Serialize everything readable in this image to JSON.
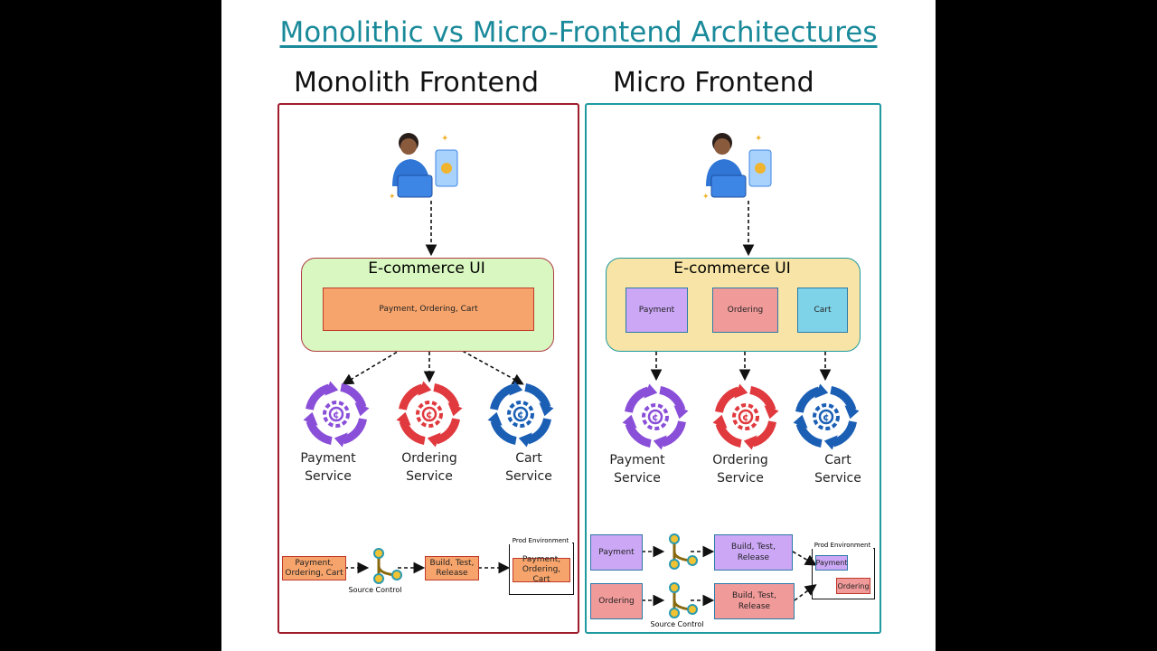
{
  "title": "Monolithic vs Micro-Frontend Architectures",
  "monolith": {
    "heading": "Monolith Frontend",
    "ui_title": "E-commerce UI",
    "bundle_label": "Payment, Ordering, Cart",
    "services": [
      {
        "line1": "Payment",
        "line2": "Service",
        "color": "#8a4fd8"
      },
      {
        "line1": "Ordering",
        "line2": "Service",
        "color": "#e0393e"
      },
      {
        "line1": "Cart",
        "line2": "Service",
        "color": "#1b5fb5"
      }
    ],
    "pipeline": {
      "source_box": "Payment,\nOrdering, Cart",
      "source_control": "Source Control",
      "build_box": "Build, Test,\nRelease",
      "prod_env": "Prod Environment",
      "prod_box": "Payment,\nOrdering, Cart"
    }
  },
  "micro": {
    "heading": "Micro Frontend",
    "ui_title": "E-commerce UI",
    "modules": [
      {
        "label": "Payment",
        "color": "#cba7f5"
      },
      {
        "label": "Ordering",
        "color": "#f19a9a"
      },
      {
        "label": "Cart",
        "color": "#7fd3e8"
      }
    ],
    "services": [
      {
        "line1": "Payment",
        "line2": "Service",
        "color": "#8a4fd8"
      },
      {
        "line1": "Ordering",
        "line2": "Service",
        "color": "#e0393e"
      },
      {
        "line1": "Cart",
        "line2": "Service",
        "color": "#1b5fb5"
      }
    ],
    "pipeline": {
      "payment_box": "Payment",
      "ordering_box": "Ordering",
      "build_box_1": "Build, Test,\nRelease",
      "build_box_2": "Build, Test,\nRelease",
      "source_control": "Source Control",
      "prod_env": "Prod Environment",
      "prod_payment": "Payment",
      "prod_ordering": "Ordering"
    }
  },
  "colors": {
    "title": "#1a8a9a",
    "monolith_border": "#a01c2c",
    "micro_border": "#1e9aa0",
    "monolith_ui_bg": "#d9f7c0",
    "micro_ui_bg": "#f7e4a6",
    "orange_box": "#f6a46b"
  }
}
